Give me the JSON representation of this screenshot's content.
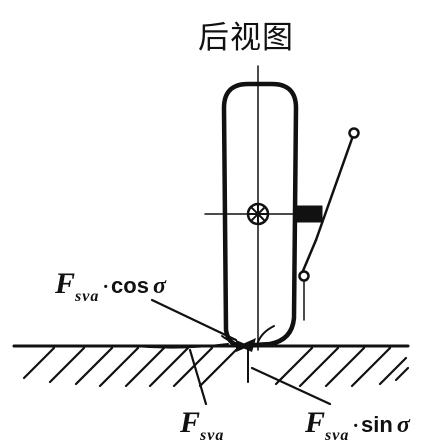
{
  "diagram": {
    "title": "后视图",
    "labels": {
      "cos": {
        "force": "F",
        "subscript": "sva",
        "dot": "·",
        "func": "cos",
        "angle": "σ"
      },
      "ground_force": {
        "force": "F",
        "subscript": "sva"
      },
      "sin": {
        "force": "F",
        "subscript": "sva",
        "dot": "·",
        "func": "sin",
        "angle": "σ"
      }
    },
    "icons": [
      "wheel-hub-icon",
      "ground-hatch-icon",
      "suspension-linkage-icon"
    ],
    "colors": {
      "ink": "#111111",
      "background": "#ffffff"
    }
  }
}
